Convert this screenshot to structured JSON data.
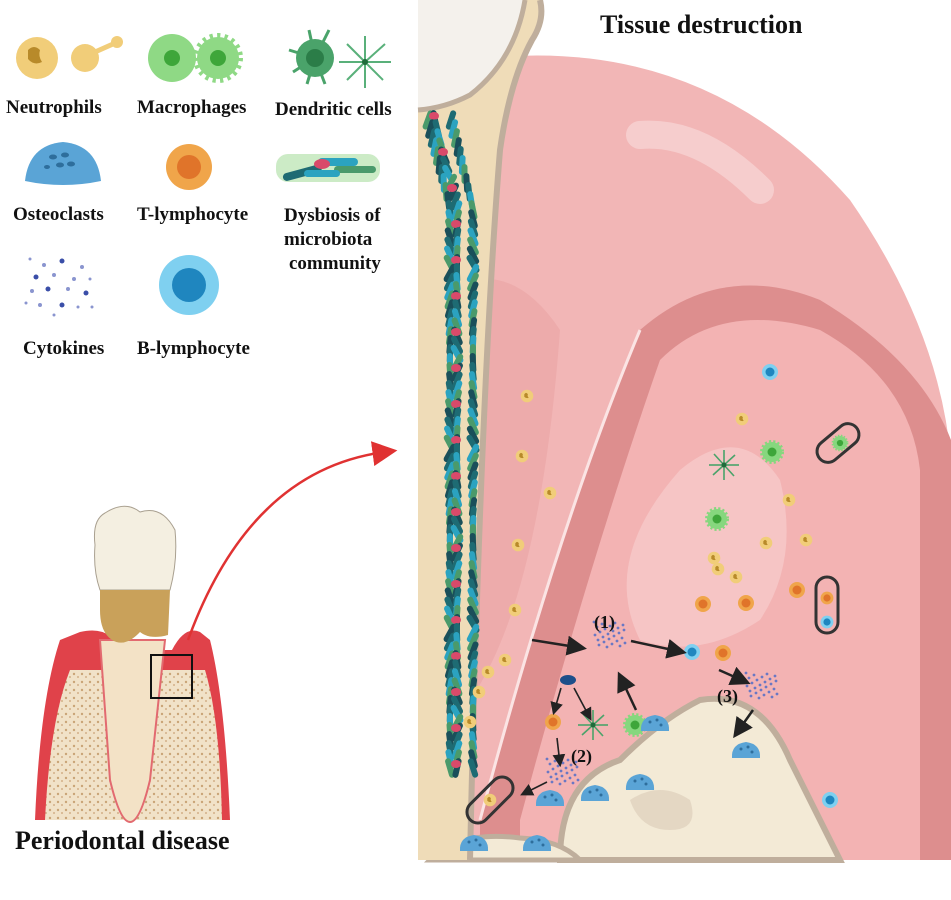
{
  "figure": {
    "title": "Tissue destruction",
    "caption": "Periodontal disease",
    "colors": {
      "gingiva": "#f2b6b6",
      "gingiva_dark": "#dd8e8e",
      "gingiva_light": "#f5c6c6",
      "bone": "#f3ead6",
      "bone_border": "#bfae9c",
      "arrow_red": "#e03232",
      "neutrophil": "#f1cd79",
      "macrophage": "#7fd37a",
      "dendritic": "#4aa36a",
      "osteoclast": "#5aa4d6",
      "t_lymphocyte": "#ee9a3c",
      "b_lymphocyte": "#5fbfe8",
      "cytokine": "#4a58b0"
    }
  },
  "legend": {
    "items": [
      {
        "id": "neutrophils",
        "label": "Neutrophils",
        "icon": "neutrophil-icon"
      },
      {
        "id": "macrophages",
        "label": "Macrophages",
        "icon": "macrophage-icon"
      },
      {
        "id": "dendritic",
        "label": "Dendritic cells",
        "icon": "dendritic-cell-icon"
      },
      {
        "id": "osteoclasts",
        "label": "Osteoclasts",
        "icon": "osteoclast-icon"
      },
      {
        "id": "t_lymphocyte",
        "label": "T-lymphocyte",
        "icon": "t-lymphocyte-icon"
      },
      {
        "id": "dysbiosis",
        "label_lines": [
          "Dysbiosis of",
          "microbiota",
          "community"
        ],
        "icon": "microbiota-icon"
      },
      {
        "id": "cytokines",
        "label": "Cytokines",
        "icon": "cytokines-icon"
      },
      {
        "id": "b_lymphocyte",
        "label": "B-lymphocyte",
        "icon": "b-lymphocyte-icon"
      }
    ]
  },
  "steps": [
    "(1)",
    "(2)",
    "(3)"
  ]
}
